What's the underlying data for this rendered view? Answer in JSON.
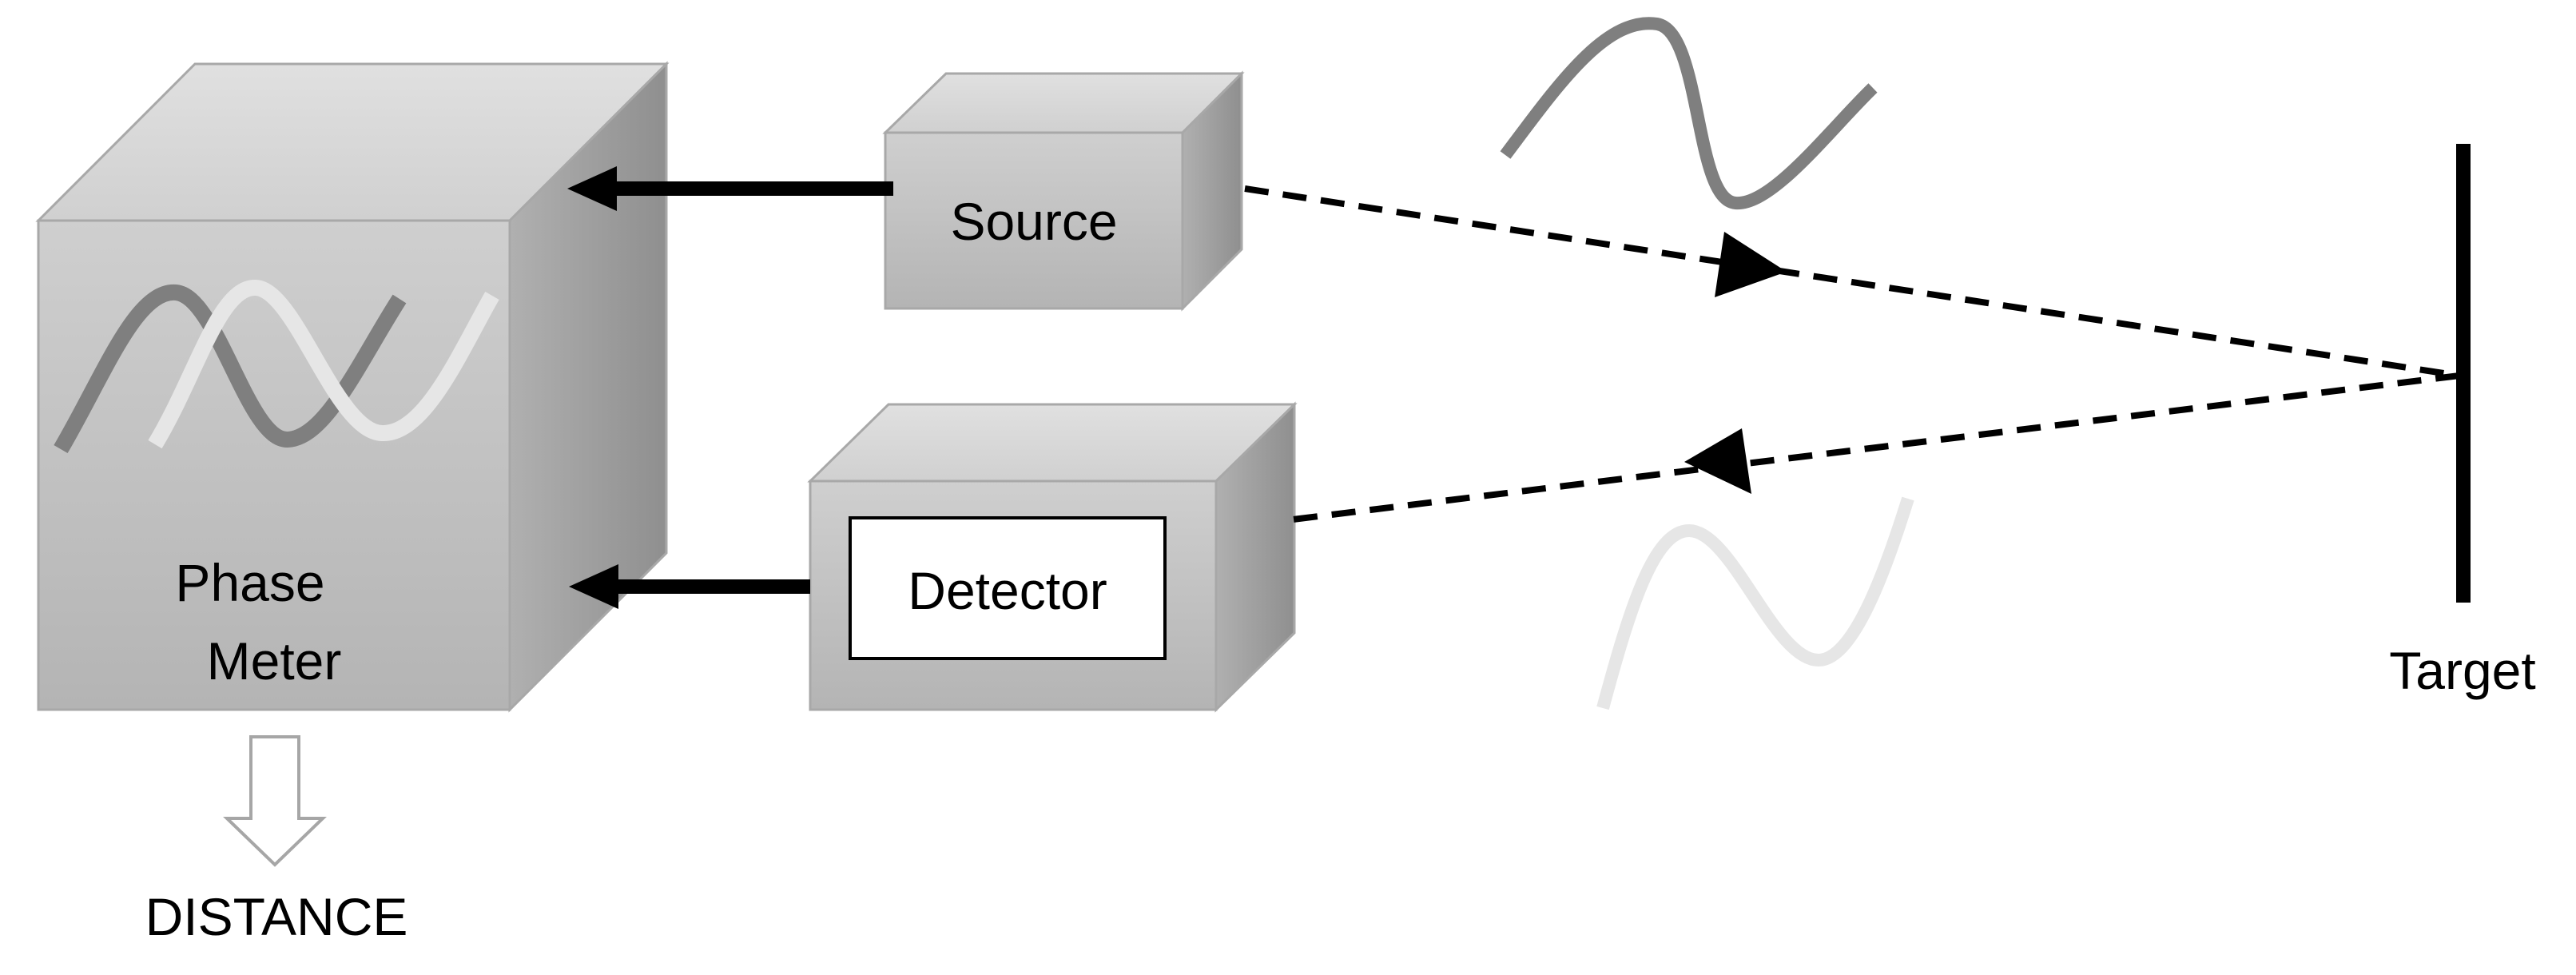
{
  "labels": {
    "phase_meter_line1": "Phase",
    "phase_meter_line2": "Meter",
    "source": "Source",
    "detector": "Detector",
    "target": "Target",
    "output": "DISTANCE"
  },
  "colors": {
    "face_light": "#d7d7d7",
    "face_mid": "#c2c2c2",
    "face_dark": "#9c9c9c",
    "edge": "#a8a8a8",
    "arrow": "#000000",
    "wave_dark": "#7f7f7f",
    "wave_light": "#e6e6e6",
    "output_arrow": "#a6a6a6"
  },
  "icons": {
    "emitted_wave": "sine-wave-icon",
    "reflected_wave": "sine-wave-icon",
    "output_arrow": "hollow-down-arrow-icon"
  }
}
